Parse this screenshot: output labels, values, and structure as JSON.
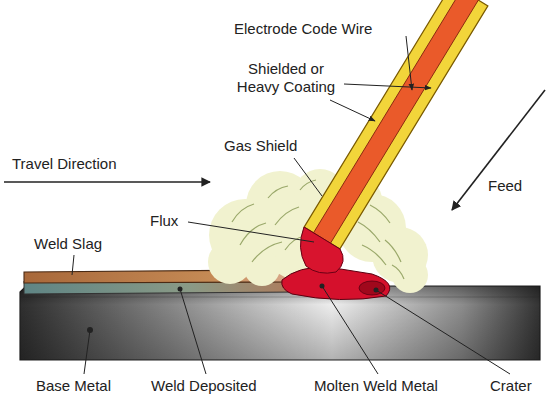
{
  "diagram": {
    "labels": [
      "Electrode Code Wire",
      "Shielded or Heavy Coating",
      "Gas Shield",
      "Travel Direction",
      "Feed",
      "Flux",
      "Weld Slag",
      "Base Metal",
      "Weld Deposited",
      "Molten Weld Metal",
      "Crater"
    ]
  }
}
